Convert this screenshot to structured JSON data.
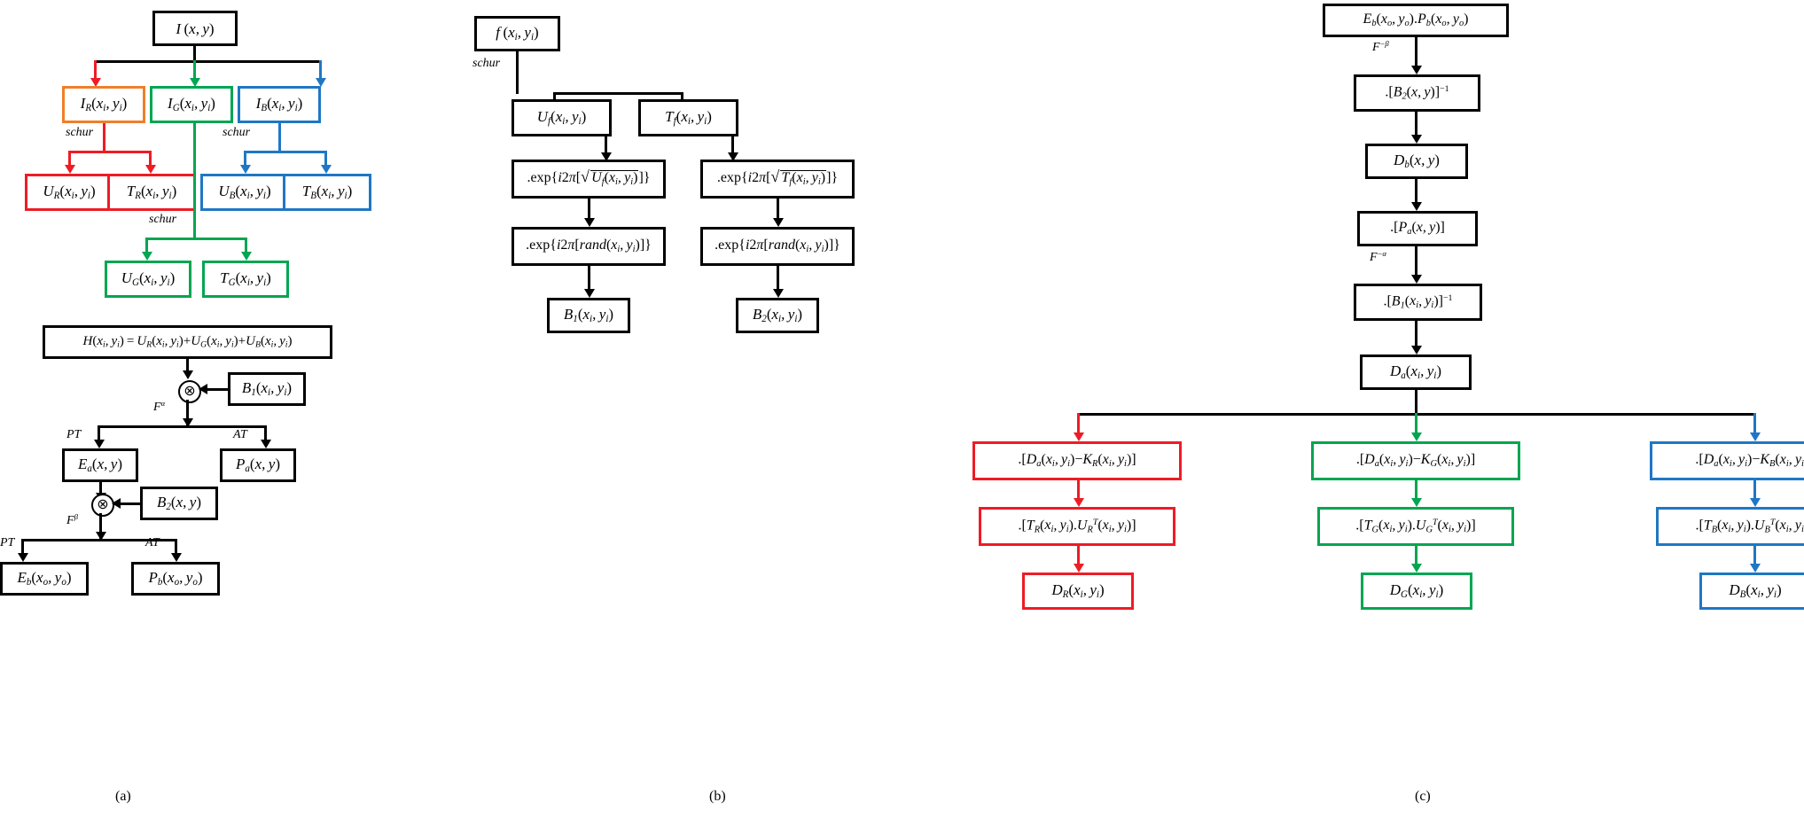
{
  "figure": {
    "type": "flowchart-diagram",
    "panels": [
      {
        "id": "a",
        "caption": "(a)"
      },
      {
        "id": "b",
        "caption": "(b)"
      },
      {
        "id": "c",
        "caption": "(c)"
      }
    ]
  },
  "colors": {
    "black": "#000000",
    "red": "#ee1c25",
    "green": "#00a651",
    "blue": "#1f77c4",
    "orange": "#ef7f2a"
  },
  "panel_a": {
    "caption": "(a)",
    "nodes": {
      "I": "I(x, y)",
      "IR": "I_R(x_i, y_i)",
      "IG": "I_G(x_i, y_i)",
      "IB": "I_B(x_i, y_i)",
      "UR": "U_R(x_i, y_i)",
      "TR": "T_R(x_i, y_i)",
      "UB": "U_B(x_i, y_i)",
      "TB": "T_B(x_i, y_i)",
      "UG": "U_G(x_i, y_i)",
      "TG": "T_G(x_i, y_i)",
      "H": "H(x_i, y_i) = U_R(x_i, y_i) + U_G(x_i, y_i) + U_B(x_i, y_i)",
      "B1": "B_1(x_i, y_i)",
      "Ea": "E_a(x, y)",
      "Pa": "P_a(x, y)",
      "B2": "B_2(x, y)",
      "Eb": "E_b(x_o, y_o)",
      "Pb": "P_b(x_o, y_o)"
    },
    "edge_labels": {
      "schur_R": "schur",
      "schur_B": "schur",
      "schur_G": "schur",
      "Falpha": "F^α",
      "PT1": "PT",
      "AT1": "AT",
      "Fbeta": "F^β",
      "PT2": "PT",
      "AT2": "AT"
    },
    "operators": {
      "mul1": "⊗",
      "mul2": "⊗"
    }
  },
  "panel_b": {
    "caption": "(b)",
    "nodes": {
      "f": "f(x_i, y_i)",
      "Uf": "U_f(x_i, y_i)",
      "Tf": "T_f(x_i, y_i)",
      "expU": ".exp{i2π[√(U_f(x_i, y_i))]}",
      "expT": ".exp{i2π[√(T_f(x_i, y_i))]}",
      "randU": ".exp{i2π[rand(x_i, y_i)]}",
      "randT": ".exp{i2π[rand(x_i, y_i)]}",
      "B1": "B_1(x_i, y_i)",
      "B2": "B_2(x_i, y_i)"
    },
    "edge_labels": {
      "schur": "schur"
    }
  },
  "panel_c": {
    "caption": "(c)",
    "nodes": {
      "EbPb": "E_b(x_o, y_o).P_b(x_o, y_o)",
      "invB2": ".[B_2(x, y)]^-1",
      "Db": "D_b(x, y)",
      "Pa": ".[P_a(x, y)]",
      "invB1": ".[B_1(x_i, y_i)]^-1",
      "Da": "D_a(x_i, y_i)",
      "subR": ".[D_a(x_i, y_i) − K_R(x_i, y_i)]",
      "subG": ".[D_a(x_i, y_i) − K_G(x_i, y_i)]",
      "subB": ".[D_a(x_i, y_i) − K_B(x_i, y_i)]",
      "tuR": ".[T_R(x_i, y_i).U_R^T(x_i, y_i)]",
      "tuG": ".[T_G(x_i, y_i).U_G^T(x_i, y_i)]",
      "tuB": ".[T_B(x_i, y_i).U_B^T(x_i, y_i)]",
      "DR": "D_R(x_i, y_i)",
      "DG": "D_G(x_i, y_i)",
      "DB": "D_B(x_i, y_i)"
    },
    "edge_labels": {
      "Fmbeta": "F^-β",
      "Fmalpha": "F^-α"
    }
  }
}
